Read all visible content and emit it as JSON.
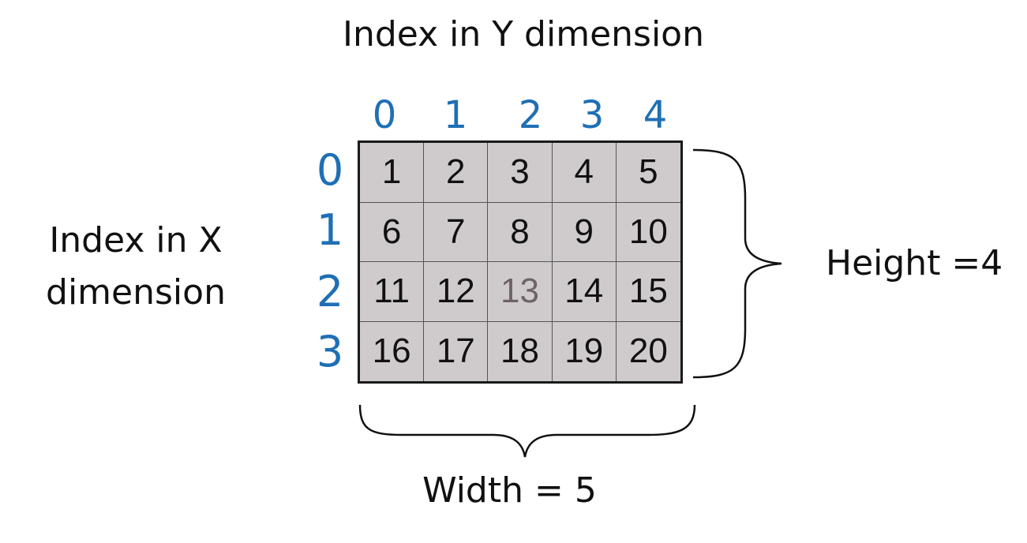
{
  "labels": {
    "y_axis_title": "Index in Y dimension",
    "x_axis_title": "Index in X dimension",
    "height": "Height =4",
    "width": "Width = 5"
  },
  "column_indices": [
    "0",
    "1",
    "2",
    "3",
    "4"
  ],
  "row_indices": [
    "0",
    "1",
    "2",
    "3"
  ],
  "cells": [
    [
      "1",
      "2",
      "3",
      "4",
      "5"
    ],
    [
      "6",
      "7",
      "8",
      "9",
      "10"
    ],
    [
      "11",
      "12",
      "13",
      "14",
      "15"
    ],
    [
      "16",
      "17",
      "18",
      "19",
      "20"
    ]
  ],
  "highlight": {
    "row": 2,
    "col": 2
  },
  "colors": {
    "index_text": "#1f6fb4",
    "cell_text": "#111111",
    "highlight_text": "#6e6365",
    "cell_fill": "#cfcbcc",
    "brace": "#111111"
  }
}
